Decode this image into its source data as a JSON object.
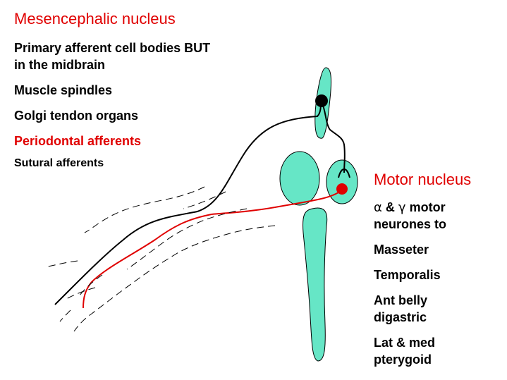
{
  "left_panel": {
    "title": "Mesencephalic nucleus",
    "intro_line1": "Primary afferent cell bodies BUT",
    "intro_line2": "in the midbrain",
    "items": [
      "Muscle spindles",
      "Golgi tendon organs",
      "Periodontal afferents",
      "Sutural afferents"
    ]
  },
  "right_panel": {
    "title": "Motor nucleus",
    "alpha": "α",
    "amp": "&",
    "gamma": "γ",
    "motor_suffix": "motor",
    "neurones_to": "neurones to",
    "targets": [
      "Masseter",
      "Temporalis"
    ],
    "ant_belly_line1": "Ant belly",
    "ant_belly_line2": "digastric",
    "lat_med_line1": "Lat & med",
    "lat_med_line2": "pterygoid"
  },
  "colors": {
    "title_red": "#e00000",
    "nucleus_fill": "#66e6c6",
    "afferent_black": "#000000",
    "efferent_red": "#e00000"
  }
}
